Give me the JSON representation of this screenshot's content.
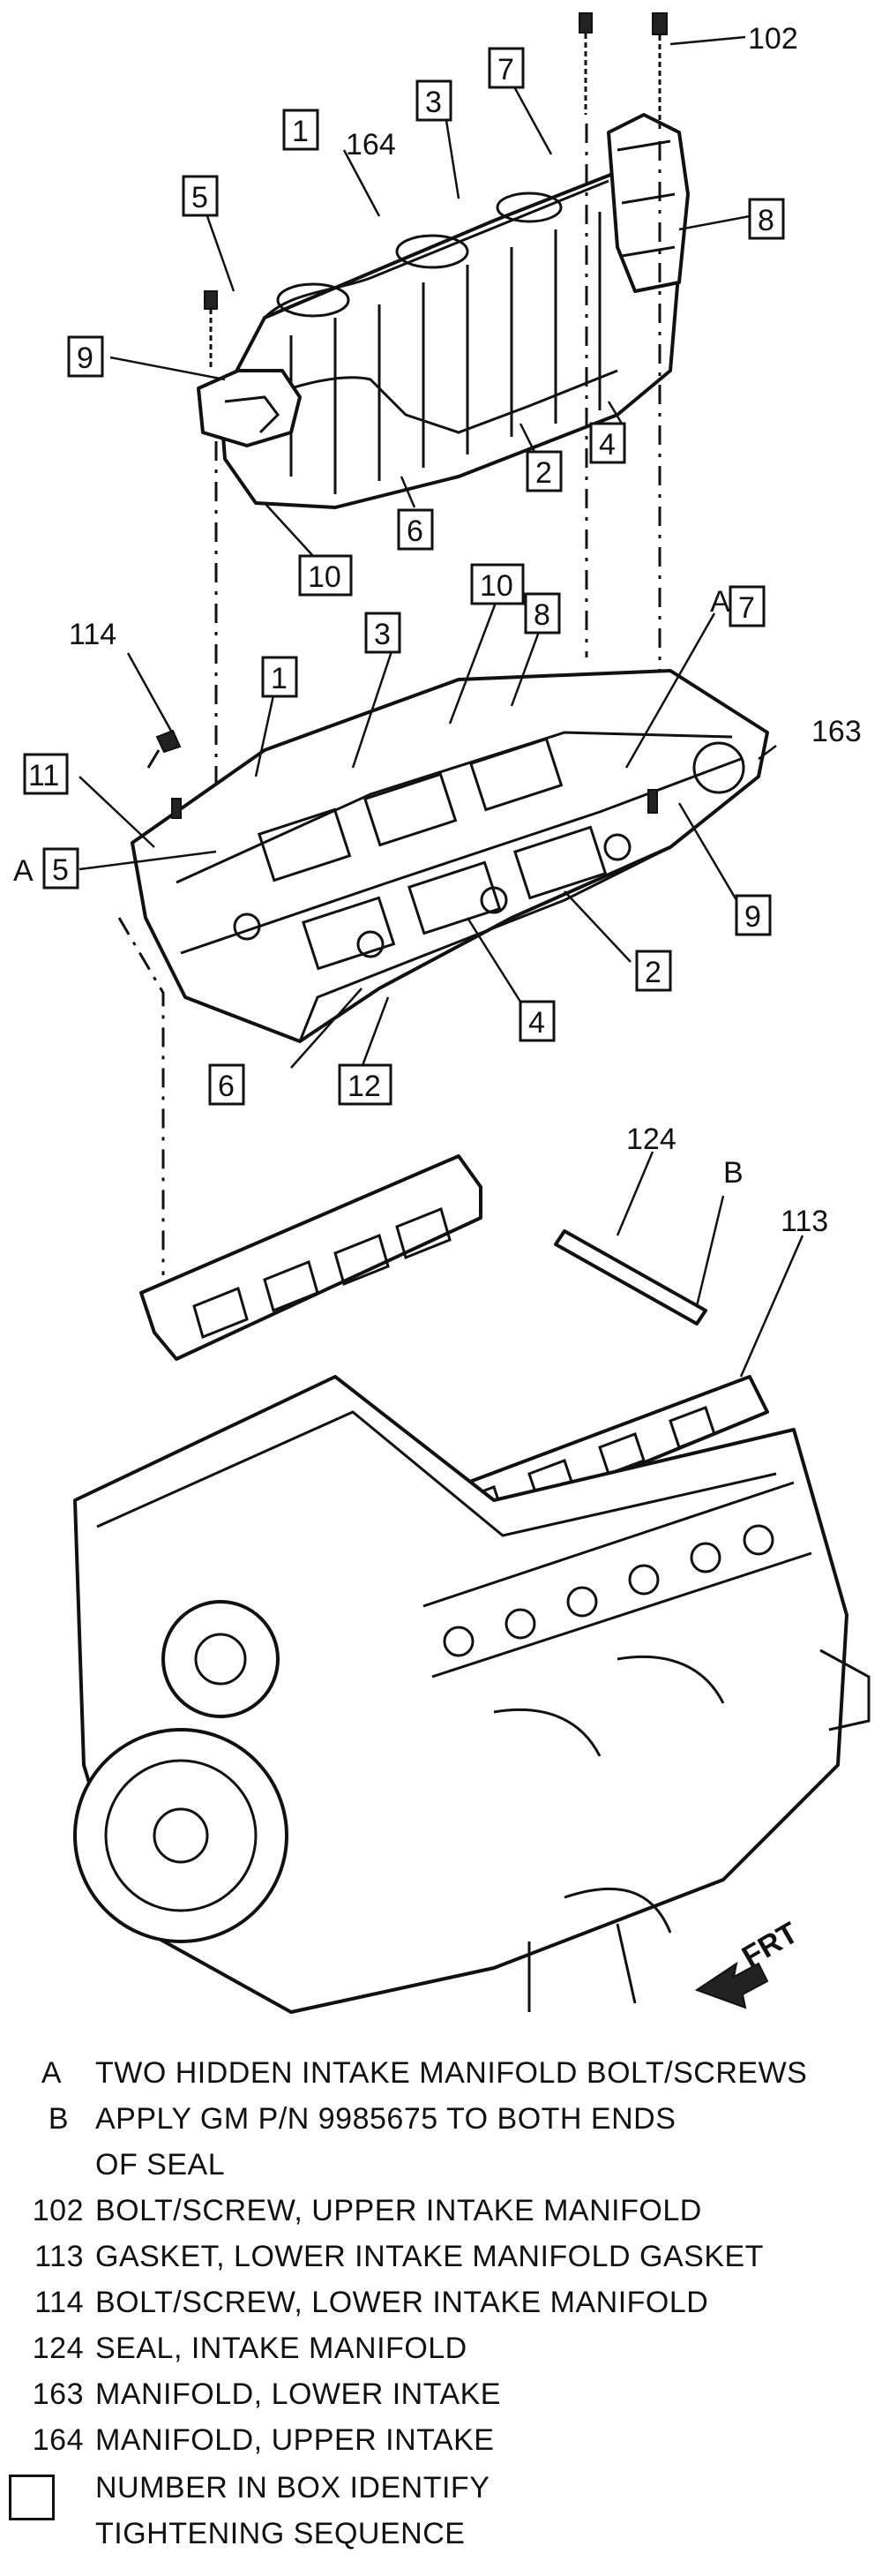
{
  "callouts": {
    "c1a": "1",
    "c3a": "3",
    "c164": "164",
    "c7a": "7",
    "c102": "102",
    "c5a": "5",
    "c8a": "8",
    "c9a": "9",
    "c4a": "4",
    "c2a": "2",
    "c6a": "6",
    "c10a": "10",
    "c114": "114",
    "c10b": "10",
    "c8b": "8",
    "cA1": "A",
    "c7b": "7",
    "c3b": "3",
    "c1b": "1",
    "c163": "163",
    "c11": "11",
    "cA2": "A",
    "c5b": "5",
    "c9b": "9",
    "c2b": "2",
    "c4b": "4",
    "c6b": "6",
    "c12": "12",
    "c124": "124",
    "cB": "B",
    "c113": "113",
    "frt": "FRT"
  },
  "legend": [
    {
      "key": "A",
      "text": "TWO HIDDEN INTAKE MANIFOLD BOLT/SCREWS"
    },
    {
      "key": "B",
      "text": "APPLY GM P/N 9985675 TO BOTH ENDS"
    },
    {
      "key": "",
      "text": "OF SEAL"
    },
    {
      "key": "102",
      "text": "BOLT/SCREW, UPPER INTAKE MANIFOLD"
    },
    {
      "key": "113",
      "text": "GASKET, LOWER INTAKE MANIFOLD GASKET"
    },
    {
      "key": "114",
      "text": "BOLT/SCREW, LOWER INTAKE MANIFOLD"
    },
    {
      "key": "124",
      "text": "SEAL, INTAKE MANIFOLD"
    },
    {
      "key": "163",
      "text": "MANIFOLD, LOWER INTAKE"
    },
    {
      "key": "164",
      "text": "MANIFOLD, UPPER INTAKE"
    }
  ],
  "legend_note": {
    "line1": "NUMBER IN BOX IDENTIFY",
    "line2": "TIGHTENING SEQUENCE"
  }
}
